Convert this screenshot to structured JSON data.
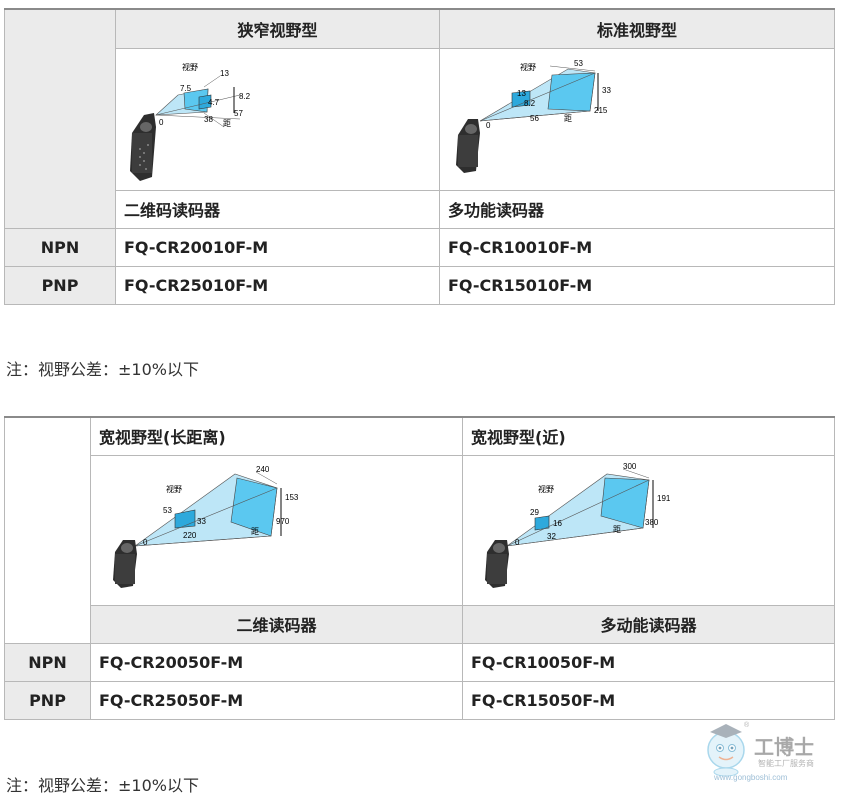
{
  "table1": {
    "col_headers": [
      "狭窄视野型",
      "标准视野型"
    ],
    "narrow_diagram": {
      "label": "视野",
      "w_top": "13",
      "w_near": "7.5",
      "h_near": "4.7",
      "h_far": "8.2",
      "d_mid": "38",
      "d_far": "57",
      "unit": "距",
      "origin": "0"
    },
    "standard_diagram": {
      "label": "视野",
      "w_top": "53",
      "w_near": "13",
      "h_near": "8.2",
      "h_far": "33",
      "d_mid": "56",
      "d_far": "215",
      "unit": "距",
      "origin": "0"
    },
    "subtitles": [
      "二维码读码器",
      "多功能读码器"
    ],
    "rows": [
      {
        "type": "NPN",
        "models": [
          "FQ-CR20010F-M",
          "FQ-CR10010F-M"
        ]
      },
      {
        "type": "PNP",
        "models": [
          "FQ-CR25010F-M",
          "FQ-CR15010F-M"
        ]
      }
    ]
  },
  "note1": "注：视野公差：±10%以下",
  "table2": {
    "col_headers": [
      "宽视野型(长距离)",
      "宽视野型(近)"
    ],
    "wide_long_diagram": {
      "label": "视野",
      "w_top": "240",
      "w_near": "53",
      "h_near": "33",
      "h_far": "153",
      "d_mid": "220",
      "d_far": "970",
      "unit": "距",
      "origin": "0"
    },
    "wide_near_diagram": {
      "label": "视野",
      "w_top": "300",
      "w_near": "29",
      "h_near": "16",
      "h_far": "191",
      "d_mid": "32",
      "d_far": "380",
      "unit": "距",
      "origin": "0"
    },
    "subtitles": [
      "二维读码器",
      "多动能读码器"
    ],
    "rows": [
      {
        "type": "NPN",
        "models": [
          "FQ-CR20050F-M",
          "FQ-CR10050F-M"
        ]
      },
      {
        "type": "PNP",
        "models": [
          "FQ-CR25050F-M",
          "FQ-CR15050F-M"
        ]
      }
    ]
  },
  "note2": "注：视野公差：±10%以下",
  "watermark": {
    "name": "工博士",
    "tagline": "智能工厂服务商",
    "url": "www.gongboshi.com",
    "reg": "®"
  },
  "colors": {
    "header_bg": "#ebebeb",
    "border": "#b8b8b8",
    "fov_fill": "#5bc8f0"
  }
}
